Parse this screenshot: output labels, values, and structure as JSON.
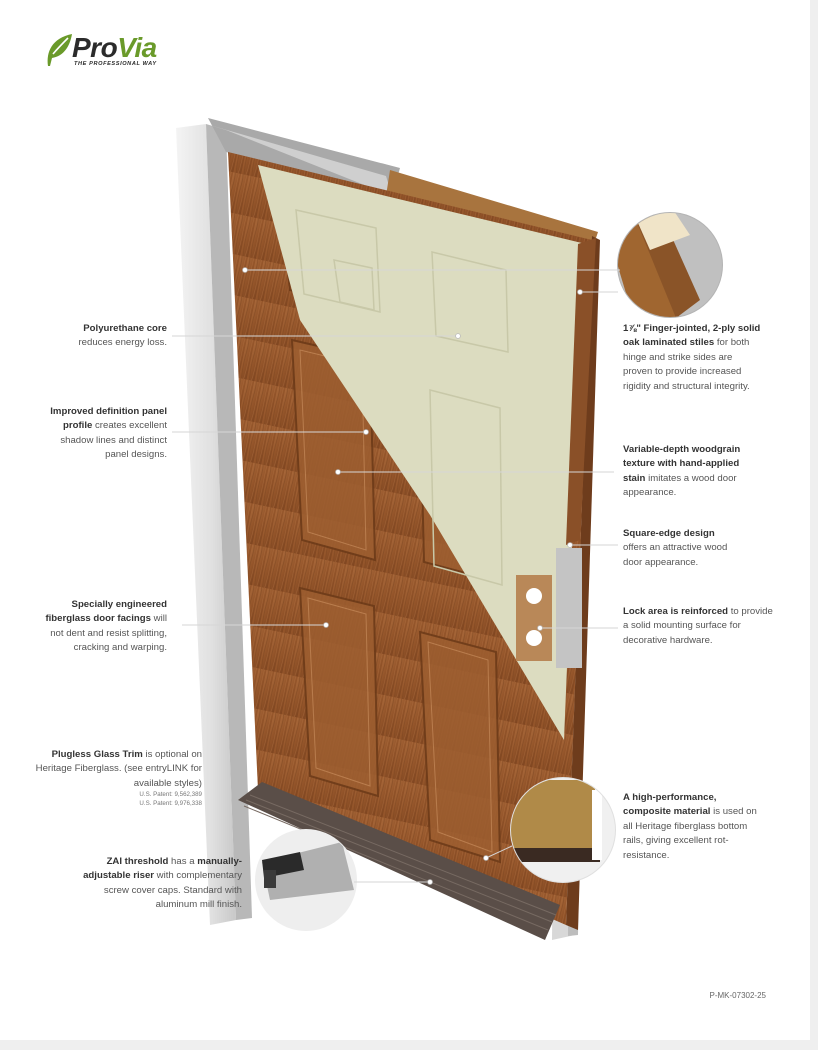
{
  "brand": {
    "name_main": "Pro",
    "name_accent": "Via",
    "tagline": "THE PROFESSIONAL WAY",
    "accent_color": "#6a9a2a"
  },
  "callouts_left": [
    {
      "id": "core",
      "bold": "Polyurethane core",
      "rest": "reduces energy loss."
    },
    {
      "id": "panel",
      "bold": "Improved definition panel profile",
      "rest": " creates excellent shadow lines and distinct panel designs."
    },
    {
      "id": "facings",
      "bold": "Specially engineered fiberglass door facings",
      "rest": " will not dent and resist splitting, cracking and warping."
    },
    {
      "id": "trim",
      "bold": "Plugless Glass Trim",
      "rest": " is optional on Heritage Fiberglass. (see entryLINK for available styles)",
      "patent1": "U.S. Patent: 9,562,389",
      "patent2": "U.S. Patent: 9,976,338"
    },
    {
      "id": "threshold",
      "bold": "ZAI threshold",
      "mid": " has a ",
      "bold2": "manually-adjustable riser",
      "rest": " with complementary screw cover caps. Standard with aluminum mill finish."
    }
  ],
  "callouts_right": [
    {
      "id": "stiles",
      "bold": "1⅞\" Finger-jointed, 2-ply solid oak laminated stiles",
      "rest": " for both hinge and strike sides are proven to provide increased rigidity and structural integrity."
    },
    {
      "id": "woodgrain",
      "bold": "Variable-depth woodgrain texture with hand-applied stain",
      "rest": " imitates a wood door appearance."
    },
    {
      "id": "edge",
      "bold": "Square-edge design",
      "rest": " offers an attractive wood door appearance."
    },
    {
      "id": "lock",
      "bold": "Lock area is reinforced",
      "rest": " to provide a solid mounting surface for decorative hardware."
    },
    {
      "id": "composite",
      "pre": "A high-performance, ",
      "bold": "composite material",
      "rest": " is used on all Heritage fiberglass bottom rails, giving excellent rot-resistance."
    }
  ],
  "footer": {
    "code": "P-MK-07302-25"
  },
  "colors": {
    "wood": "#9a5a2e",
    "foam": "#dcdcc0",
    "frame": "#e4e4e4",
    "threshold": "#5a4e48"
  }
}
